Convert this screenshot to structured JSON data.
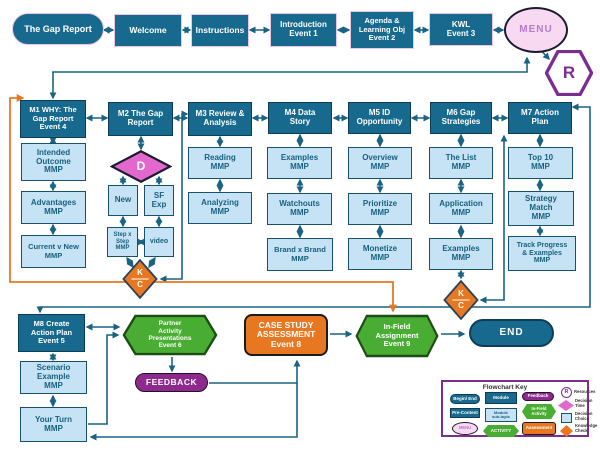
{
  "colors": {
    "dark_teal": "#176a8e",
    "light_blue": "#c5e3f5",
    "orange": "#e87722",
    "green": "#4aad33",
    "purple": "#8e2a8e",
    "magenta": "#e268ce",
    "menu_pink": "#f7d9f2",
    "line_blue": "#1a6382",
    "legend_purple": "#7b2d90"
  },
  "nodes": {
    "gap_report": "The Gap Report",
    "welcome": "Welcome",
    "instructions": "Instructions",
    "intro": "Introduction\nEvent 1",
    "agenda": "Agenda &\nLearning Obj\nEvent 2",
    "kwl": "KWL\nEvent 3",
    "menu": "MENU",
    "resources": "R",
    "m1": "M1 WHY: The\nGap Report\nEvent 4",
    "m2": "M2 The Gap\nReport",
    "m3": "M3 Review &\nAnalysis",
    "m4": "M4 Data\nStory",
    "m5": "M5 ID\nOpportunity",
    "m6": "M6 Gap\nStrategies",
    "m7": "M7 Action\nPlan",
    "intended": "Intended\nOutcome\nMMP",
    "advantages": "Advantages\nMMP",
    "current_v_new": "Current v New\nMMP",
    "decision_d": "D",
    "new": "New",
    "sf_exp": "SF\nExp",
    "step_x_step": "Step x\nStep\nMMP",
    "video": "video",
    "kc_top": "K",
    "kc_bottom": "C",
    "reading": "Reading\nMMP",
    "analyzing": "Analyzing\nMMP",
    "examples_m4": "Examples\nMMP",
    "watchouts": "Watchouts\nMMP",
    "brand_x_brand": "Brand x Brand\nMMP",
    "overview": "Overview\nMMP",
    "prioritize": "Prioritize\nMMP",
    "monetize": "Monetize\nMMP",
    "the_list": "The List\nMMP",
    "application": "Application\nMMP",
    "examples_m6": "Examples\nMMP",
    "top_10": "Top 10\nMMP",
    "strategy_match": "Strategy\nMatch\nMMP",
    "track_progress": "Track Progress\n& Examples\nMMP",
    "m8": "M8 Create\nAction Plan\nEvent 5",
    "scenario_example": "Scenario\nExample\nMMP",
    "your_turn": "Your Turn\nMMP",
    "partner_activity": "Partner\nActivity\nPresentations\nEvent 6",
    "feedback": "FEEDBACK",
    "case_study": "CASE STUDY\nASSESSMENT\nEvent 8",
    "in_field": "In-Field\nAssignment\nEvent 9",
    "end": "END"
  },
  "legend": {
    "title": "Flowchart Key",
    "begin_end": "Begin/ End",
    "pre_content": "Pre-Content",
    "menu": "MENU",
    "module": "Module",
    "module_subtopic": "Module\nsub-topic",
    "activity": "ACTIVITY",
    "feedback": "Feedback",
    "in_field_activity": "In-Field\nActivity",
    "assessment": "Assessment",
    "resources_icon": "R",
    "resources": "Resources",
    "decision_time": "Decision\nTime",
    "decision_choice": "Decision\nChoice",
    "knowledge_check": "Knowledge\nCheck"
  }
}
